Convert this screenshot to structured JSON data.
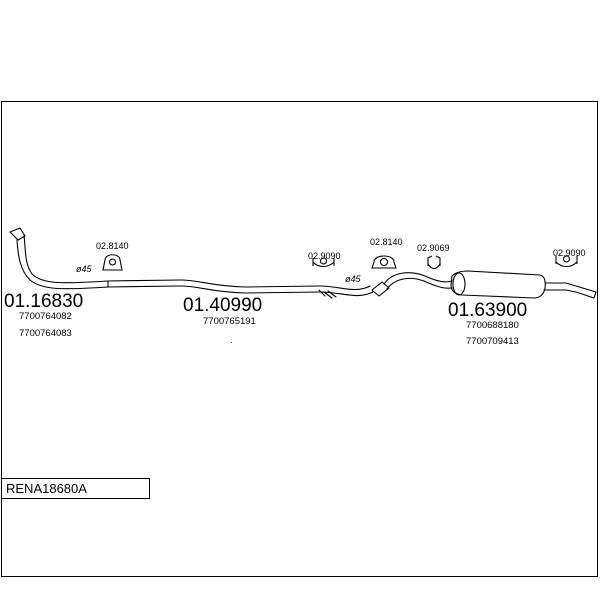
{
  "diagram": {
    "assembly_code": "RENA18680A",
    "parts": [
      {
        "id": "p1",
        "number": "01.16830",
        "refs": [
          "7700764082",
          "7700764083"
        ]
      },
      {
        "id": "p2",
        "number": "01.40990",
        "refs": [
          "7700765191"
        ]
      },
      {
        "id": "p3",
        "number": "01.63900",
        "refs": [
          "7700688180",
          "7700709413"
        ]
      }
    ],
    "clamps": [
      {
        "id": "c1",
        "code": "02.8140"
      },
      {
        "id": "c2",
        "code": "02.9090"
      },
      {
        "id": "c3",
        "code": "02.8140"
      },
      {
        "id": "c4",
        "code": "02.9069"
      },
      {
        "id": "c5",
        "code": "02.9090"
      }
    ],
    "angles": [
      {
        "id": "a1",
        "text": "ø45"
      },
      {
        "id": "a2",
        "text": "ø45"
      }
    ],
    "stray_mark": "."
  }
}
